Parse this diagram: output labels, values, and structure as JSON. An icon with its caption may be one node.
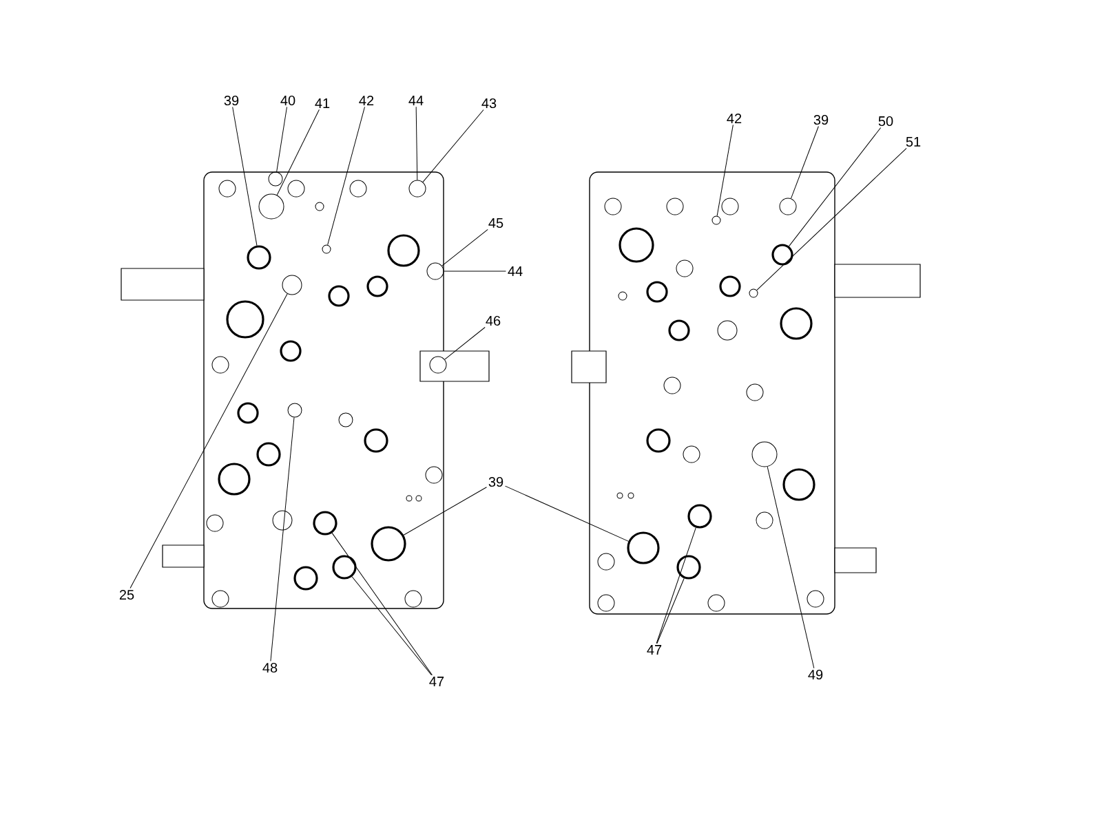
{
  "diagram": {
    "nodes": [
      {
        "text": [
          "39"
        ]
      },
      {
        "text": [
          "40"
        ]
      },
      {
        "text": [
          "41"
        ]
      },
      {
        "text": [
          "42"
        ]
      },
      {
        "text": [
          "44"
        ]
      },
      {
        "text": [
          "43"
        ]
      },
      {
        "text": [
          "42"
        ]
      },
      {
        "text": [
          "39"
        ]
      },
      {
        "text": [
          "50"
        ]
      },
      {
        "text": [
          "51"
        ]
      },
      {
        "text": [
          "45"
        ]
      },
      {
        "text": [
          "44"
        ]
      },
      {
        "text": [
          "46"
        ]
      },
      {
        "text": [
          "39"
        ]
      },
      {
        "text": [
          "25"
        ]
      },
      {
        "text": [
          "47"
        ]
      },
      {
        "text": [
          "48"
        ]
      },
      {
        "text": [
          "49"
        ]
      },
      {
        "text": [
          "47"
        ]
      },
      {
        "text": [],
        "shape": "circle"
      },
      {
        "text": [],
        "shape": "circle"
      },
      {
        "text": [],
        "shape": "circle"
      },
      {
        "text": [],
        "shape": "circle"
      },
      {
        "text": [],
        "shape": "circle"
      },
      {
        "text": [],
        "shape": "circle"
      },
      {
        "text": [],
        "shape": "circle"
      },
      {
        "text": [],
        "shape": "circle"
      },
      {
        "text": [],
        "shape": "circle"
      },
      {
        "text": [],
        "shape": "circle"
      },
      {
        "text": [],
        "shape": "circle"
      },
      {
        "text": [],
        "shape": "circle"
      },
      {
        "text": [],
        "shape": "circle"
      },
      {
        "text": [],
        "shape": "circle"
      },
      {
        "text": [],
        "shape": "circle"
      },
      {
        "text": [],
        "shape": "circle"
      },
      {
        "text": [],
        "shape": "circle"
      },
      {
        "text": [],
        "shape": "circle"
      },
      {
        "text": [],
        "shape": "circle"
      },
      {
        "text": [],
        "shape": "circle"
      }
    ],
    "edges": [
      {
        "from": 0,
        "to": 24,
        "arrow": "none"
      },
      {
        "from": 1,
        "to": 19,
        "arrow": "none"
      },
      {
        "from": 2,
        "to": 21,
        "arrow": "none"
      },
      {
        "from": 3,
        "to": 25,
        "arrow": "none"
      },
      {
        "from": 4,
        "to": 20,
        "arrow": "none"
      },
      {
        "from": 5,
        "to": 20,
        "arrow": "none"
      },
      {
        "from": 6,
        "to": 22,
        "arrow": "none"
      },
      {
        "from": 7,
        "to": 23,
        "arrow": "none"
      },
      {
        "from": 8,
        "to": 26,
        "arrow": "none"
      },
      {
        "from": 9,
        "to": 29,
        "arrow": "none"
      },
      {
        "from": 10,
        "to": 27,
        "arrow": "none"
      },
      {
        "from": 11,
        "to": 27,
        "arrow": "none"
      },
      {
        "from": 12,
        "to": 30,
        "arrow": "none"
      },
      {
        "from": 13,
        "to": 35,
        "arrow": "none"
      },
      {
        "from": 13,
        "to": 36,
        "arrow": "none"
      },
      {
        "from": 14,
        "to": 28,
        "arrow": "none"
      },
      {
        "from": 15,
        "to": 34,
        "arrow": "none"
      },
      {
        "from": 15,
        "to": 38,
        "arrow": "none"
      },
      {
        "from": 16,
        "to": 31,
        "arrow": "none"
      },
      {
        "from": 17,
        "to": 32,
        "arrow": "none"
      },
      {
        "from": 18,
        "to": 33,
        "arrow": "none"
      },
      {
        "from": 18,
        "to": 37,
        "arrow": "none"
      }
    ]
  }
}
